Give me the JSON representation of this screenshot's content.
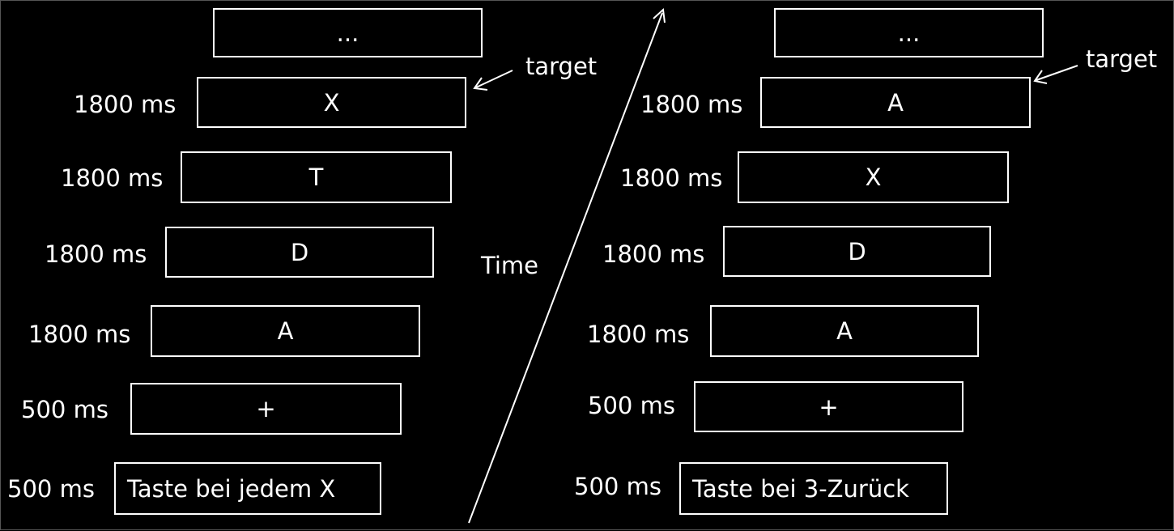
{
  "time_label": "Time",
  "panels": [
    {
      "id": "left",
      "target_label": "target",
      "frames": [
        {
          "stimulus": "...",
          "duration": ""
        },
        {
          "stimulus": "X",
          "duration": "1800 ms"
        },
        {
          "stimulus": "T",
          "duration": "1800 ms"
        },
        {
          "stimulus": "D",
          "duration": "1800 ms"
        },
        {
          "stimulus": "A",
          "duration": "1800 ms"
        },
        {
          "stimulus": "+",
          "duration": "500 ms"
        },
        {
          "stimulus": "Taste bei jedem X",
          "duration": "500 ms"
        }
      ]
    },
    {
      "id": "right",
      "target_label": "target",
      "frames": [
        {
          "stimulus": "...",
          "duration": ""
        },
        {
          "stimulus": "A",
          "duration": "1800 ms"
        },
        {
          "stimulus": "X",
          "duration": "1800 ms"
        },
        {
          "stimulus": "D",
          "duration": "1800 ms"
        },
        {
          "stimulus": "A",
          "duration": "1800 ms"
        },
        {
          "stimulus": "+",
          "duration": "500 ms"
        },
        {
          "stimulus": "Taste bei 3-Zurück",
          "duration": "500 ms"
        }
      ]
    }
  ]
}
